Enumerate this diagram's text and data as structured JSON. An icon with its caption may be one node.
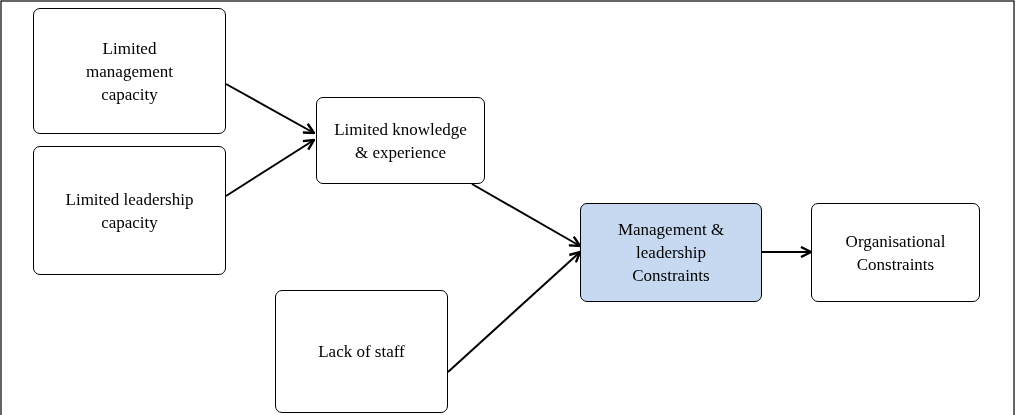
{
  "diagram": {
    "nodes": [
      {
        "text": [
          "Limited management capacity"
        ]
      },
      {
        "text": [
          "Limited leadership capacity"
        ]
      },
      {
        "text": [
          "Limited knowledge & experience"
        ]
      },
      {
        "text": [
          "Lack of staff"
        ]
      },
      {
        "text": [
          "Management & leadership Constraints"
        ]
      },
      {
        "text": [
          "Organisational Constraints"
        ]
      }
    ],
    "edges": [
      {
        "from": 0,
        "to": 2,
        "arrow": "to"
      },
      {
        "from": 1,
        "to": 2,
        "arrow": "to"
      },
      {
        "from": 2,
        "to": 4,
        "arrow": "to"
      },
      {
        "from": 3,
        "to": 4,
        "arrow": "to"
      },
      {
        "from": 4,
        "to": 5,
        "arrow": "to"
      }
    ]
  }
}
